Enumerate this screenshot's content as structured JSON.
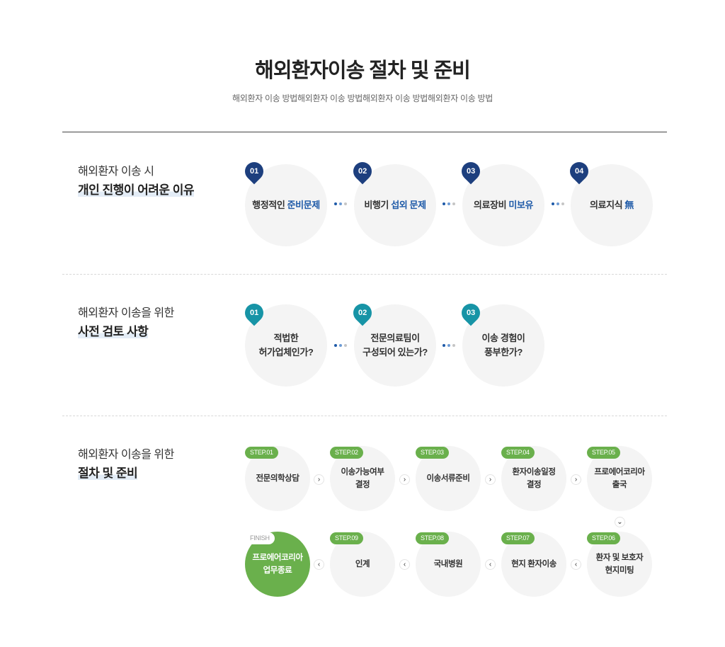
{
  "header": {
    "title": "해외환자이송 절차 및 준비",
    "subtitle": "해외환자 이송 방법해외환자 이송 방법해외환자 이송 방법해외환자 이송 방법"
  },
  "section1": {
    "heading_line1": "해외환자 이송 시",
    "heading_line2": "개인 진행이 어려운 이유",
    "items": [
      {
        "num": "01",
        "text": "행정적인",
        "highlight": "준비문제"
      },
      {
        "num": "02",
        "text": "비행기",
        "highlight": "섭외 문제"
      },
      {
        "num": "03",
        "text": "의료장비",
        "highlight": "미보유"
      },
      {
        "num": "04",
        "text": "의료지식",
        "highlight": "無"
      }
    ]
  },
  "section2": {
    "heading_line1": "해외환자 이송을 위한",
    "heading_line2": "사전 검토 사항",
    "items": [
      {
        "num": "01",
        "line1": "적법한",
        "line2": "허가업체인가?"
      },
      {
        "num": "02",
        "line1": "전문의료팀이",
        "line2": "구성되어 있는가?"
      },
      {
        "num": "03",
        "line1": "이송 경험이",
        "line2": "풍부한가?"
      }
    ]
  },
  "section3": {
    "heading_line1": "해외환자 이송을 위한",
    "heading_line2": "절차 및 준비",
    "row1": [
      {
        "tag": "STEP.01",
        "line1": "전문의학상담",
        "line2": ""
      },
      {
        "tag": "STEP.02",
        "line1": "이송가능여부",
        "line2": "결정"
      },
      {
        "tag": "STEP.03",
        "line1": "이송서류준비",
        "line2": ""
      },
      {
        "tag": "STEP.04",
        "line1": "환자이송일정",
        "line2": "결정"
      },
      {
        "tag": "STEP.05",
        "line1": "프로에어코리아",
        "line2": "출국"
      }
    ],
    "row2": [
      {
        "tag": "FINISH",
        "line1": "프로에어코리아",
        "line2": "업무종료"
      },
      {
        "tag": "STEP.09",
        "line1": "인계",
        "line2": ""
      },
      {
        "tag": "STEP.08",
        "line1": "국내병원",
        "line2": ""
      },
      {
        "tag": "STEP.07",
        "line1": "현지 환자이송",
        "line2": ""
      },
      {
        "tag": "STEP.06",
        "line1": "환자 및 보호자",
        "line2": "현지미팅"
      }
    ],
    "arrow_next": "›",
    "arrow_prev": "‹",
    "arrow_down": "⌄"
  },
  "colors": {
    "navy": "#1d3f7e",
    "teal": "#1794a6",
    "highlight_blue": "#1e5aa8",
    "step_green": "#6ab04c"
  }
}
